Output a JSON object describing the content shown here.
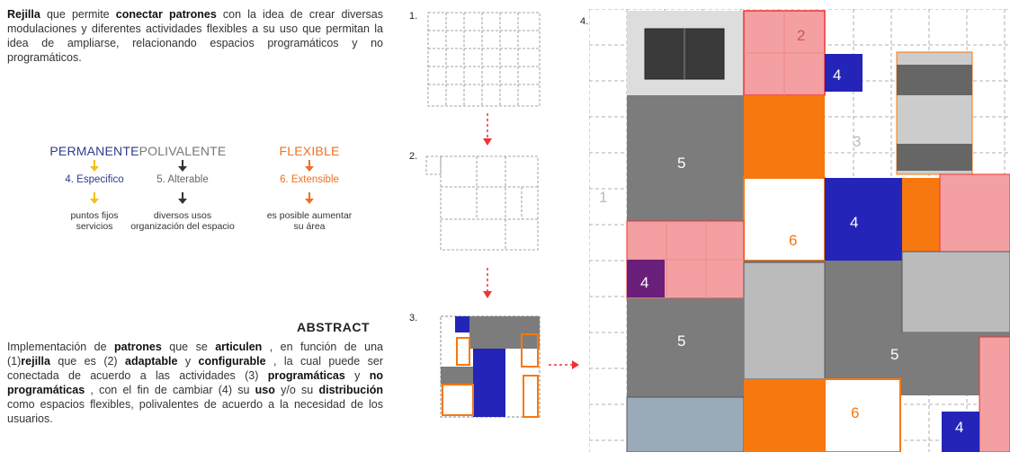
{
  "intro": {
    "p1": "Rejilla",
    "p2": " que permite ",
    "p3": "conectar patrones",
    "p4": " con la idea de crear diversas modulaciones y diferentes  actividades flexibles a su uso que  permitan  la idea de ampliarse, relacionando espacios programáticos y no programáticos."
  },
  "columns": [
    {
      "title": "PERMANENTE",
      "sub": "4. Especifico",
      "desc1": "puntos fijos",
      "desc2": "servicios",
      "color": "#2b3d8a",
      "arrow": "#f0c020"
    },
    {
      "title": "POLIVALENTE",
      "sub": "5. Alterable",
      "desc1": "diversos  usos",
      "desc2": "organización del espacio",
      "color": "#777777",
      "arrow": "#333333"
    },
    {
      "title": "FLEXIBLE",
      "sub": "6. Extensible",
      "desc1": "es posible aumentar",
      "desc2": "su área",
      "color": "#f07020",
      "arrow": "#f07020"
    }
  ],
  "abstract": {
    "title": "ABSTRACT",
    "t1": "Implementación de ",
    "b1": "patrones",
    "t2": " que se ",
    "b2": "articulen",
    "t3": " , en función  de una (1)",
    "b3": "rejilla",
    "t4": " que es (2) ",
    "b4": "adaptable",
    "t5": " y ",
    "b5": "configurable",
    "t6": "  , la cual puede ser conectada  de acuerdo a las actividades (3) ",
    "b6": "programáticas",
    "t7": " y ",
    "b7": "no programáticas",
    "t8": " , con el fin de cambiar (4) su ",
    "b8": "uso",
    "t9": " y/o su ",
    "b9": "distribución",
    "t10": " como espacios flexibles, polivalentes de acuerdo a la necesidad de los usuarios."
  },
  "steps": {
    "s1": "1.",
    "s2": "2.",
    "s3": "3.",
    "s4": "4."
  },
  "plan_labels": {
    "n1": "1",
    "n2": "2",
    "n3": "3",
    "n4a": "4",
    "n4b": "4",
    "n4c": "4",
    "n4d": "4",
    "n5a": "5",
    "n5b": "5",
    "n5c": "5",
    "n6a": "6",
    "n6b": "6"
  },
  "colors": {
    "orange": "#f7780f",
    "pink": "#f4a0a2",
    "gray": "#7c7c7c",
    "blue": "#2424b8",
    "purple": "#6a1f7a",
    "steel": "#9aaab8",
    "red": "#e33"
  }
}
